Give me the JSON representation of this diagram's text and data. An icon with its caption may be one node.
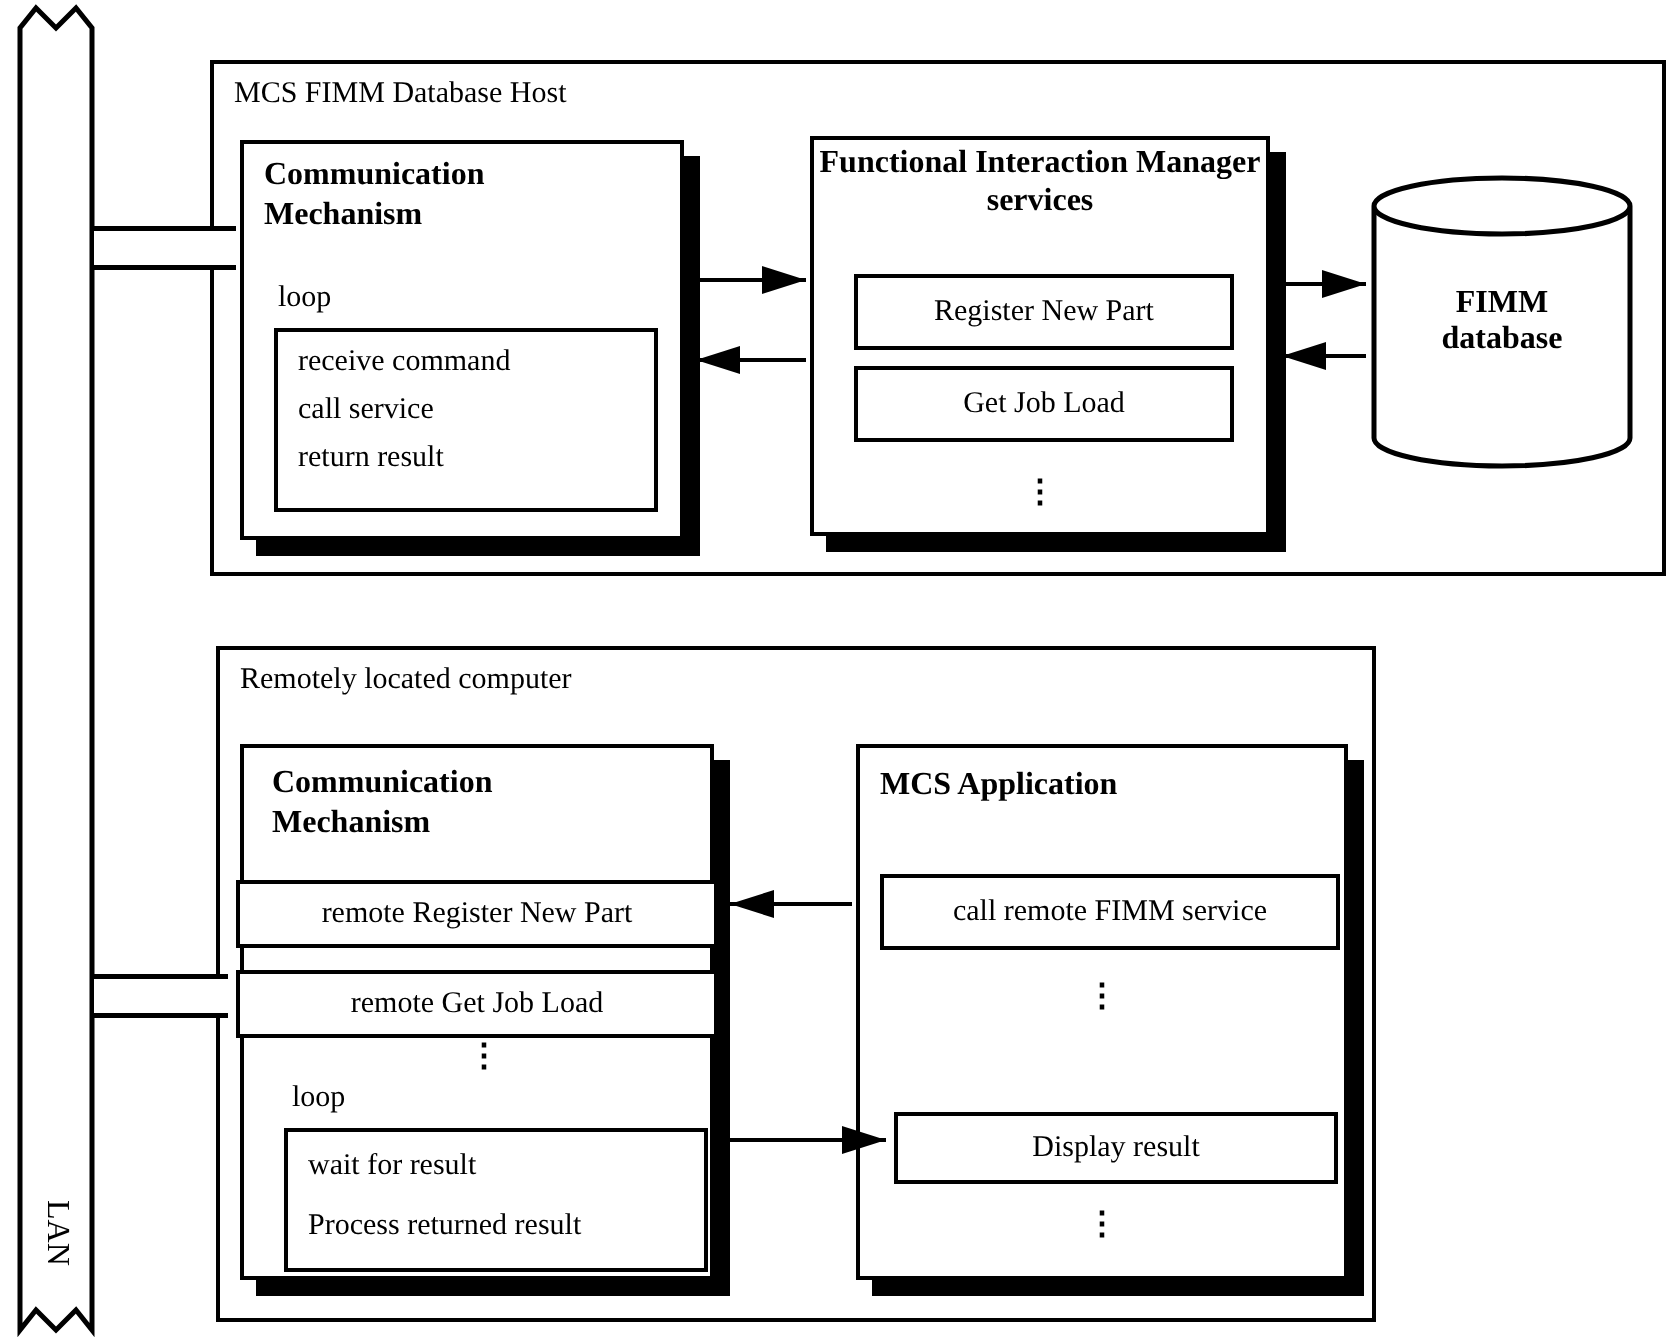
{
  "diagram": {
    "nodes": [
      {
        "text": [
          "LAN"
        ]
      },
      {
        "text": [
          "MCS FIMM Database Host"
        ]
      },
      {
        "text": [
          "Communication Mechanism"
        ],
        "in": 1
      },
      {
        "text": [
          "loop",
          "receive command",
          "call service",
          "return result"
        ],
        "in": 2
      },
      {
        "text": [
          "Functional Interaction Manager services",
          "⋮"
        ],
        "in": 1
      },
      {
        "text": [
          "Register New Part"
        ],
        "in": 4
      },
      {
        "text": [
          "Get Job Load"
        ],
        "in": 4
      },
      {
        "text": [
          "FIMM database"
        ],
        "in": 1
      },
      {
        "text": [
          "Remotely located computer"
        ]
      },
      {
        "text": [
          "Communication Mechanism",
          "⋮"
        ],
        "in": 8
      },
      {
        "text": [
          "remote Register New Part"
        ],
        "in": 9
      },
      {
        "text": [
          "remote Get Job Load"
        ],
        "in": 9
      },
      {
        "text": [
          "loop",
          "wait for result",
          "Process returned result"
        ],
        "in": 9
      },
      {
        "text": [
          "MCS Application",
          "⋮",
          "⋮"
        ],
        "in": 8
      },
      {
        "text": [
          "call remote FIMM service"
        ],
        "in": 13
      },
      {
        "text": [
          "Display result"
        ],
        "in": 13
      }
    ],
    "edges": [
      {
        "from": 2,
        "to": 4,
        "arrow": "to"
      },
      {
        "from": 4,
        "to": 2,
        "arrow": "to"
      },
      {
        "from": 4,
        "to": 7,
        "arrow": "to"
      },
      {
        "from": 7,
        "to": 4,
        "arrow": "to"
      },
      {
        "from": 14,
        "to": 10,
        "arrow": "to"
      },
      {
        "from": 12,
        "to": 15,
        "arrow": "to"
      },
      {
        "from": 0,
        "to": 2,
        "arrow": "none",
        "style": "thick"
      },
      {
        "from": 0,
        "to": 11,
        "arrow": "none",
        "style": "thick"
      }
    ]
  }
}
